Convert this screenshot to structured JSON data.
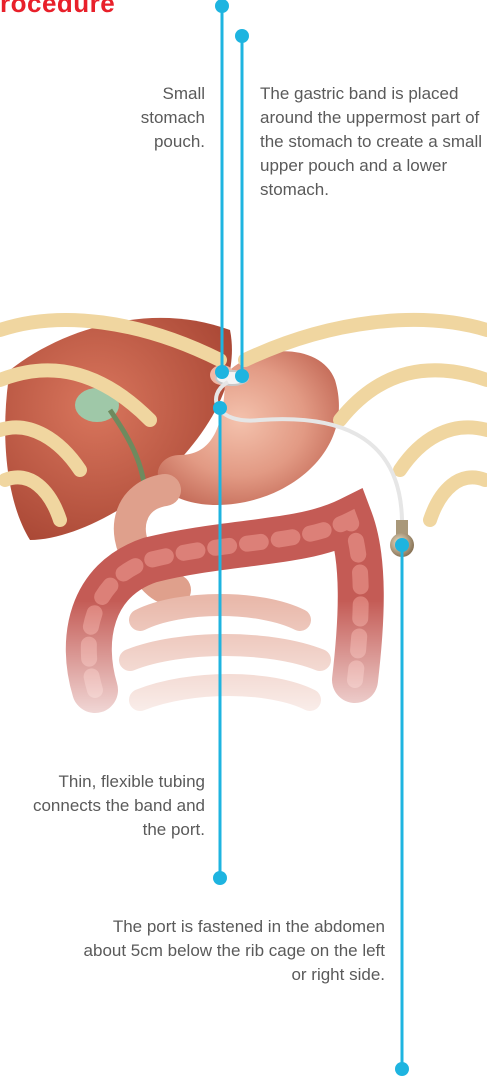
{
  "heading": "rocedure",
  "callouts": {
    "pouch": "Small stomach pouch.",
    "band": "The gastric band is placed around the uppermost part of the stomach to create a small upper pouch and a lower stomach.",
    "tubing": "Thin, flexible tubing connects the band and the port.",
    "port": "The port is fastened in the abdomen about 5cm below the rib cage on the left or right side."
  },
  "colors": {
    "heading": "#e8202a",
    "leader": "#1eb4e0",
    "text": "#5a5a5a"
  }
}
